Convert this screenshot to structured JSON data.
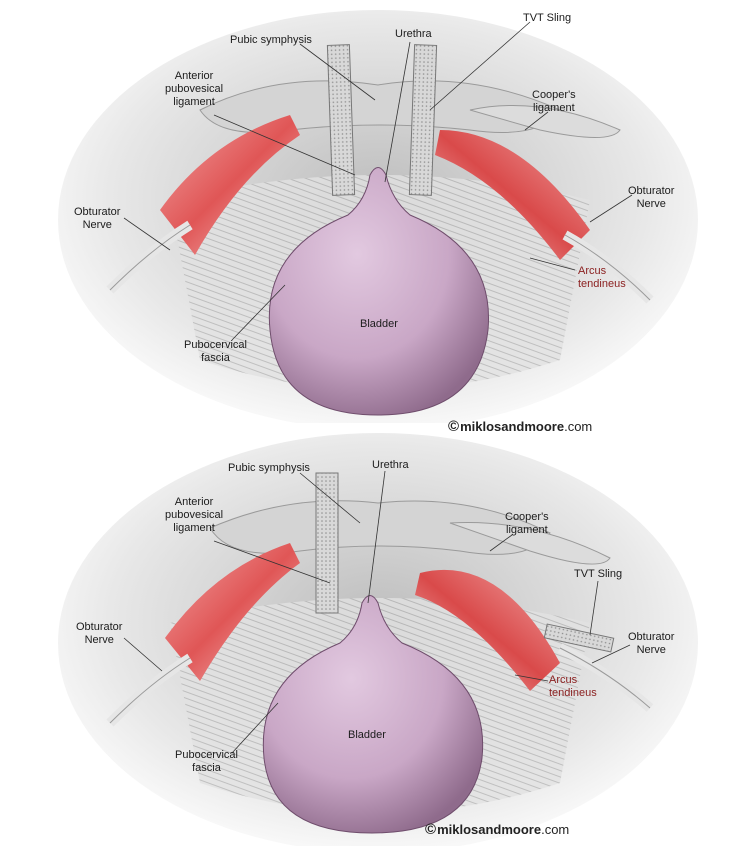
{
  "panels": [
    {
      "labels": {
        "pubic_symphysis": "Pubic symphysis",
        "urethra": "Urethra",
        "tvt_sling": "TVT Sling",
        "anterior_ligament": "Anterior\npubovesical\nligament",
        "coopers_ligament": "Cooper's\nligament",
        "obturator_nerve_left": "Obturator\nNerve",
        "obturator_nerve_right": "Obturator\nNerve",
        "arcus_tendineus": "Arcus\ntendineus",
        "pubocervical_fascia": "Pubocervical\nfascia",
        "bladder": "Bladder"
      },
      "watermark": {
        "symbol": "©",
        "brand": "miklosandmoore",
        "suffix": ".com"
      }
    },
    {
      "labels": {
        "pubic_symphysis": "Pubic symphysis",
        "urethra": "Urethra",
        "tvt_sling": "TVT Sling",
        "anterior_ligament": "Anterior\npubovesical\nligament",
        "coopers_ligament": "Cooper's\nligament",
        "obturator_nerve_left": "Obturator\nNerve",
        "obturator_nerve_right": "Obturator\nNerve",
        "arcus_tendineus": "Arcus\ntendineus",
        "pubocervical_fascia": "Pubocervical\nfascia",
        "bladder": "Bladder"
      },
      "watermark": {
        "symbol": "©",
        "brand": "miklosandmoore",
        "suffix": ".com"
      }
    }
  ],
  "colors": {
    "bladder": "#c9a7c6",
    "muscle": "#e05656",
    "tissue": "#d9d9d9",
    "sling": "#cfcfcf",
    "label_red": "#8a1e1e"
  }
}
